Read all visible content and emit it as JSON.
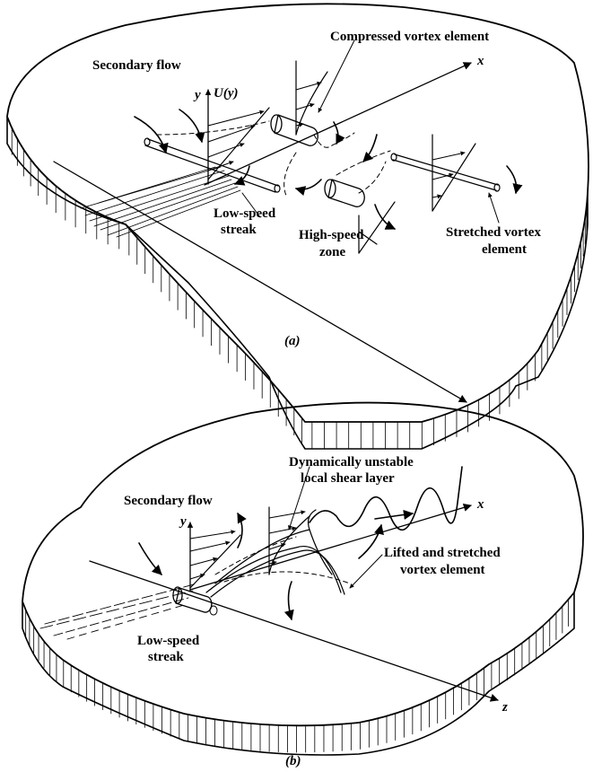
{
  "panel_a": {
    "labels": {
      "secondary_flow": "Secondary flow",
      "compressed_vortex": "Compressed vortex element",
      "low_speed_1": "Low-speed",
      "low_speed_2": "streak",
      "high_speed_1": "High-speed",
      "high_speed_2": "zone",
      "stretched_1": "Stretched vortex",
      "stretched_2": "element",
      "axis_x": "x",
      "axis_y": "y",
      "profile": "U(y)"
    },
    "caption": "(a)"
  },
  "panel_b": {
    "labels": {
      "secondary_flow": "Secondary flow",
      "unstable_1": "Dynamically unstable",
      "unstable_2": "local shear layer",
      "lifted_1": "Lifted and stretched",
      "lifted_2": "vortex element",
      "low_speed_1": "Low-speed",
      "low_speed_2": "streak",
      "axis_x": "x",
      "axis_y": "y",
      "axis_z": "z"
    },
    "caption": "(b)"
  }
}
